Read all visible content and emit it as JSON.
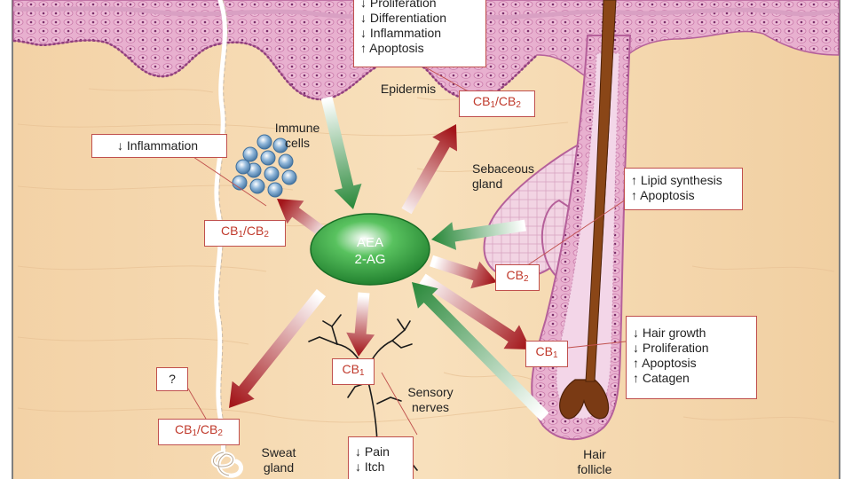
{
  "core": {
    "lines": [
      "AEA",
      "2-AG"
    ]
  },
  "receptors": {
    "epidermis": {
      "base": "CB",
      "sub1": "1",
      "sep": "/CB",
      "sub2": "2"
    },
    "immune": {
      "base": "CB",
      "sub1": "1",
      "sep": "/CB",
      "sub2": "2"
    },
    "sebaceous": {
      "base": "CB",
      "sub1": "2",
      "sep": "",
      "sub2": ""
    },
    "hair": {
      "base": "CB",
      "sub1": "1",
      "sep": "",
      "sub2": ""
    },
    "nerve": {
      "base": "CB",
      "sub1": "1",
      "sep": "",
      "sub2": ""
    },
    "sweat": {
      "base": "CB",
      "sub1": "1",
      "sep": "/CB",
      "sub2": "2"
    }
  },
  "effects": {
    "epidermis": [
      "↓ Proliferation",
      "↓ Differentiation",
      "↓ Inflammation",
      "↑ Apoptosis"
    ],
    "immune": [
      "↓ Inflammation"
    ],
    "sebaceous": [
      "↑ Lipid synthesis",
      "↑ Apoptosis"
    ],
    "hair": [
      "↓ Hair growth",
      "↓ Proliferation",
      "↑ Apoptosis",
      "↑ Catagen"
    ],
    "nerve": [
      "↓ Pain",
      "↓ Itch"
    ],
    "sweat": [
      "?"
    ]
  },
  "labels": {
    "epidermis": [
      "Epidermis"
    ],
    "immune": [
      "Immune",
      "cells"
    ],
    "sebaceous": [
      "Sebaceous",
      "gland"
    ],
    "sensory": [
      "Sensory",
      "nerves"
    ],
    "sweat": [
      "Sweat",
      "gland"
    ],
    "hair": [
      "Hair",
      "follicle"
    ]
  },
  "colors": {
    "dermis": "#f7ddb6",
    "epidermis": "#e6a9cc",
    "epidermis_dark": "#b5609a",
    "receptor_text": "#c0392b",
    "box_border": "#c0504d",
    "arrow_red": "#a3161a",
    "arrow_green": "#2e8b3e",
    "core": "#2f9e3a"
  }
}
